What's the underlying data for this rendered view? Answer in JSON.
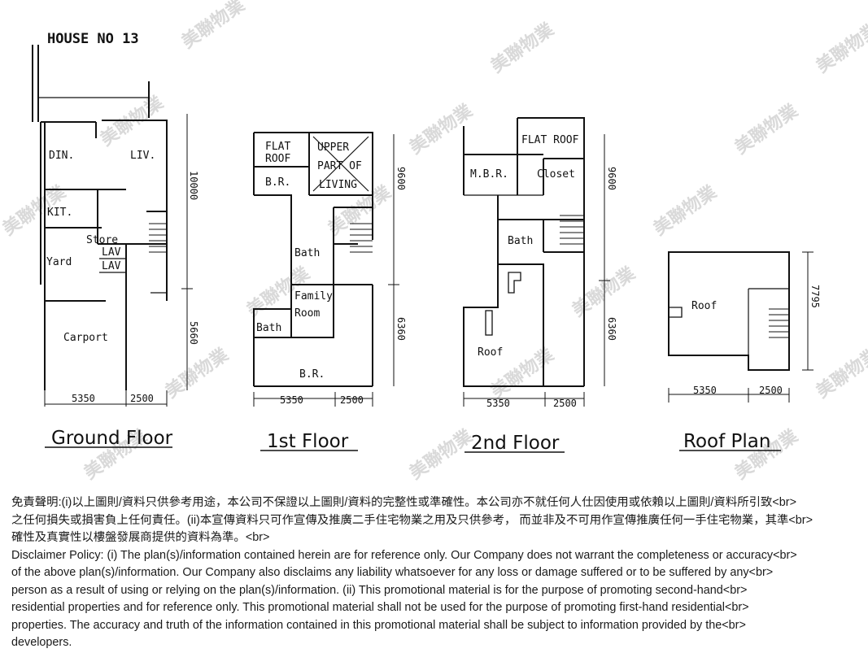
{
  "header": {
    "house_label": "HOUSE   NO 13"
  },
  "watermark": {
    "text": "美聯物業"
  },
  "floors": {
    "ground": {
      "title": "Ground Floor",
      "rooms": {
        "din": "DIN.",
        "liv": "LIV.",
        "kit": "KIT.",
        "store": "Store",
        "lav1": "LAV",
        "lav2": "LAV",
        "yard": "Yard",
        "carport": "Carport"
      },
      "dims": {
        "upper": "10000",
        "lower": "5660",
        "w1": "5350",
        "w2": "2500"
      }
    },
    "first": {
      "title": "1st Floor",
      "rooms": {
        "flat_roof_1": "FLAT",
        "flat_roof_2": "ROOF",
        "upper_1": "UPPER",
        "upper_2": "PART OF",
        "upper_3": "LIVING",
        "br1": "B.R.",
        "bath1": "Bath",
        "family_1": "Family",
        "family_2": "Room",
        "bath2": "Bath",
        "br2": "B.R."
      },
      "dims": {
        "upper": "9600",
        "lower": "6360",
        "w1": "5350",
        "w2": "2500"
      }
    },
    "second": {
      "title": "2nd Floor",
      "rooms": {
        "flat_roof": "FLAT ROOF",
        "mbr": "M.B.R.",
        "closet": "Closet",
        "bath": "Bath",
        "roof": "Roof"
      },
      "dims": {
        "upper": "9600",
        "lower": "6360",
        "w1": "5350",
        "w2": "2500"
      }
    },
    "roof": {
      "title": "Roof Plan",
      "rooms": {
        "roof": "Roof"
      },
      "dims": {
        "side": "7795",
        "w1": "5350",
        "w2": "2500"
      }
    }
  },
  "disclaimer": {
    "lines": [
      "免責聲明:(i)以上圖則/資料只供參考用途，本公司不保證以上圖則/資料的完整性或準確性。本公司亦不就任何人仕因使用或依賴以上圖則/資料所引致<br>",
      "之任何損失或損害負上任何責任。(ii)本宣傳資料只可作宣傳及推廣二手住宅物業之用及只供參考， 而並非及不可用作宣傳推廣任何一手住宅物業，其準<br>",
      "確性及真實性以樓盤發展商提供的資料為準。<br>",
      "Disclaimer Policy: (i) The plan(s)/information contained herein are for reference only. Our Company does not warrant the completeness or accuracy<br>",
      "of the above plan(s)/information. Our Company also disclaims any liability whatsoever for any loss or damage suffered or to be suffered by any<br>",
      "person as a result of using or relying on the plan(s)/information. (ii) This promotional material is for the purpose of promoting second-hand<br>",
      "residential properties and for reference only. This promotional material shall not be used for the purpose of promoting first-hand residential<br>",
      "properties. The accuracy and truth of the information contained in this promotional material shall be subject to information provided by the<br>",
      "developers."
    ]
  }
}
